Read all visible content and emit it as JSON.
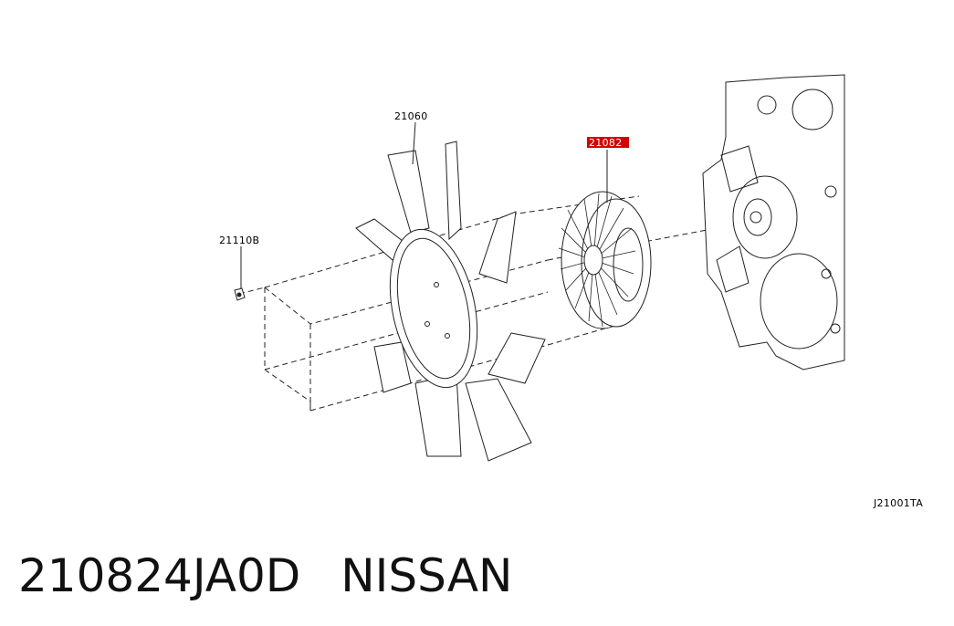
{
  "diagram": {
    "callouts": {
      "fan_blade": "21060",
      "fan_clutch": "21082",
      "bolt": "21110B"
    },
    "highlight_color": "#d40000",
    "figure_code": "J21001TA"
  },
  "caption": {
    "part_number": "210824JA0D",
    "brand": "NISSAN"
  }
}
